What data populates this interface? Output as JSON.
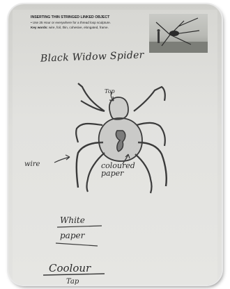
{
  "instructions": {
    "heading": "INSERTING THIN STRINGED LINKED OBJECT",
    "line1": "Use 25 Hour or everywhere for a thread loop sculpture.",
    "line2_lead": "Key words:",
    "line2_rest": "wire, foil, thin, cohesive, elongated, frame."
  },
  "sketch": {
    "title": "Black Widow Spider",
    "label_top": "Top",
    "label_wire": "wire",
    "label_coloured": "coloured",
    "label_paper_inside": "paper"
  },
  "materials": {
    "item1_line1": "White",
    "item1_line2": "paper",
    "item2": "Coolour",
    "item3": "Tap"
  },
  "colors": {
    "pencil": "#3a3a3a",
    "paper": "#e2e2df",
    "frame_shadow": "#5a5a5a"
  }
}
